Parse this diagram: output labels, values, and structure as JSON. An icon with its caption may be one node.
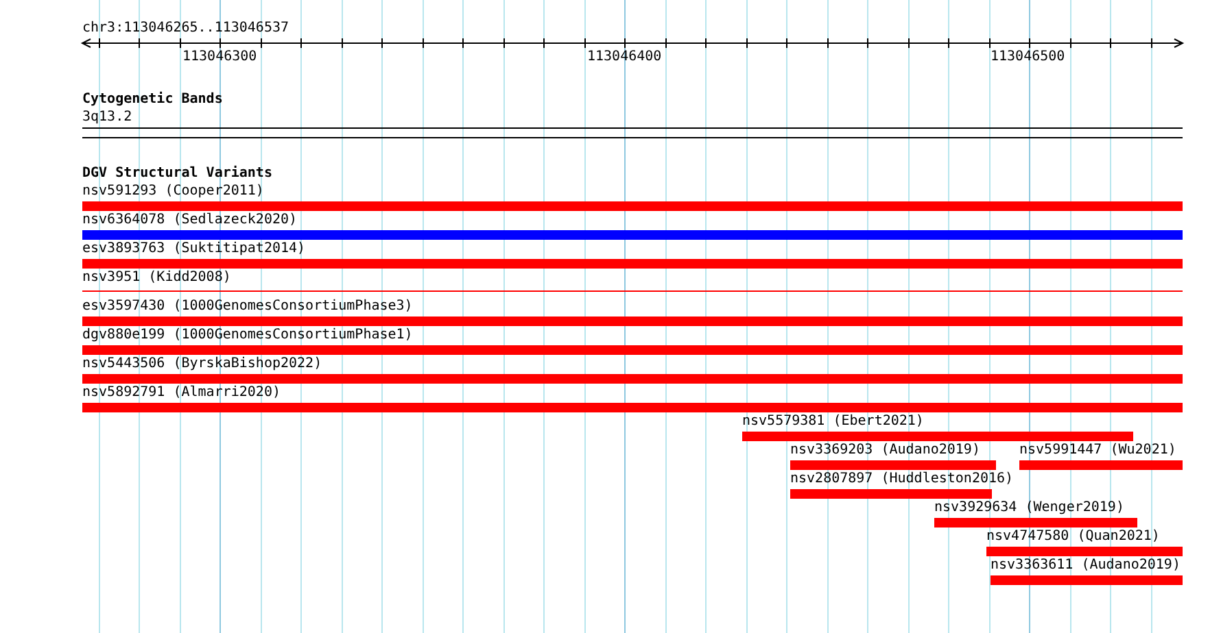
{
  "diagram": {
    "nodes": [
      {
        "text": [
          "nsv591293 (Cooper2011)"
        ]
      },
      {
        "text": [
          "nsv6364078 (Sedlazeck2020)"
        ]
      },
      {
        "text": [
          "esv3893763 (Suktitipat2014)"
        ]
      },
      {
        "text": [
          "nsv3951 (Kidd2008)"
        ]
      },
      {
        "text": [
          "esv3597430 (1000GenomesConsortiumPhase3)"
        ]
      },
      {
        "text": [
          "dgv880e199 (1000GenomesConsortiumPhase1)"
        ]
      },
      {
        "text": [
          "nsv5443506 (ByrskaBishop2022)"
        ]
      },
      {
        "text": [
          "nsv5892791 (Almarri2020)"
        ]
      },
      {
        "text": [
          "nsv5579381 (Ebert2021)"
        ]
      },
      {
        "text": [
          "nsv3369203 (Audano2019)"
        ]
      },
      {
        "text": [
          "nsv5991447 (Wu2021)"
        ]
      },
      {
        "text": [
          "nsv2807897 (Huddleston2016)"
        ]
      },
      {
        "text": [
          "nsv3929634 (Wenger2019)"
        ]
      },
      {
        "text": [
          "nsv4747580 (Quan2021)"
        ]
      },
      {
        "text": [
          "nsv3363611 (Audano2019)"
        ]
      }
    ],
    "edges": [],
    "labels": [
      "chr3:113046265..113046537",
      "113046300",
      "113046400",
      "113046500",
      "Cytogenetic Bands",
      "3q13.2",
      "DGV Structural Variants"
    ]
  }
}
